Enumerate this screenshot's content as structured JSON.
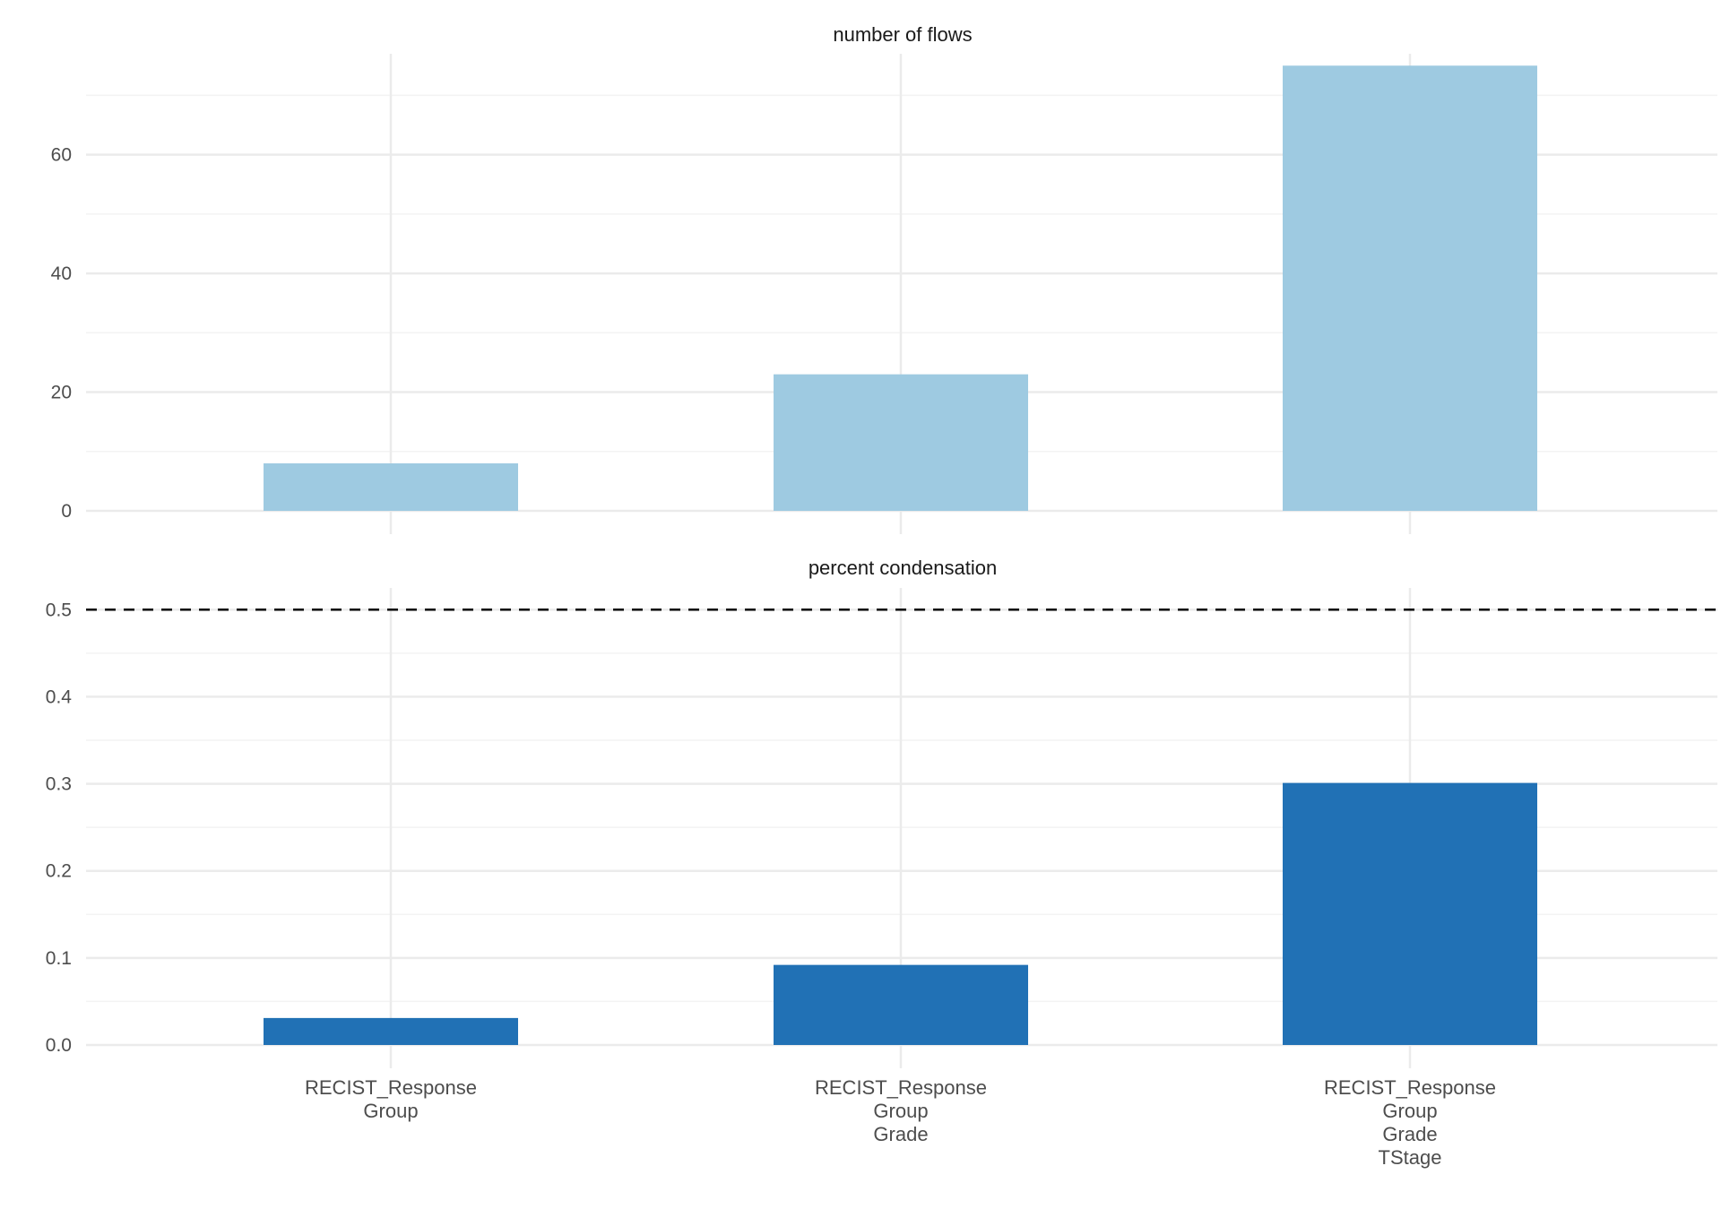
{
  "colors": {
    "flows_bar": "#9ecae1",
    "condensation_bar": "#2171b5",
    "grid_major": "#ebebeb",
    "grid_minor": "#f3f3f3",
    "reference_line": "#000000"
  },
  "chart_data": [
    {
      "type": "bar",
      "title": "number of flows",
      "categories": [
        [
          "RECIST_Response",
          "Group"
        ],
        [
          "RECIST_Response",
          "Group",
          "Grade"
        ],
        [
          "RECIST_Response",
          "Group",
          "Grade",
          "TStage"
        ]
      ],
      "values": [
        8,
        23,
        75
      ],
      "ylim": [
        0,
        77
      ],
      "yticks": [
        0,
        20,
        40,
        60
      ],
      "ytick_labels": [
        "0",
        "20",
        "40",
        "60"
      ],
      "minor_yticks": [
        10,
        30,
        50,
        70
      ],
      "grid": true,
      "show_x_labels": false
    },
    {
      "type": "bar",
      "title": "percent condensation",
      "categories": [
        [
          "RECIST_Response",
          "Group"
        ],
        [
          "RECIST_Response",
          "Group",
          "Grade"
        ],
        [
          "RECIST_Response",
          "Group",
          "Grade",
          "TStage"
        ]
      ],
      "values": [
        0.031,
        0.092,
        0.301
      ],
      "ylim": [
        0,
        0.525
      ],
      "yticks": [
        0.0,
        0.1,
        0.2,
        0.3,
        0.4,
        0.5
      ],
      "ytick_labels": [
        "0.0",
        "0.1",
        "0.2",
        "0.3",
        "0.4",
        "0.5"
      ],
      "minor_yticks": [
        0.05,
        0.15,
        0.25,
        0.35,
        0.45
      ],
      "reference_line": 0.5,
      "reference_line_style": "dashed",
      "grid": true,
      "show_x_labels": true
    }
  ]
}
